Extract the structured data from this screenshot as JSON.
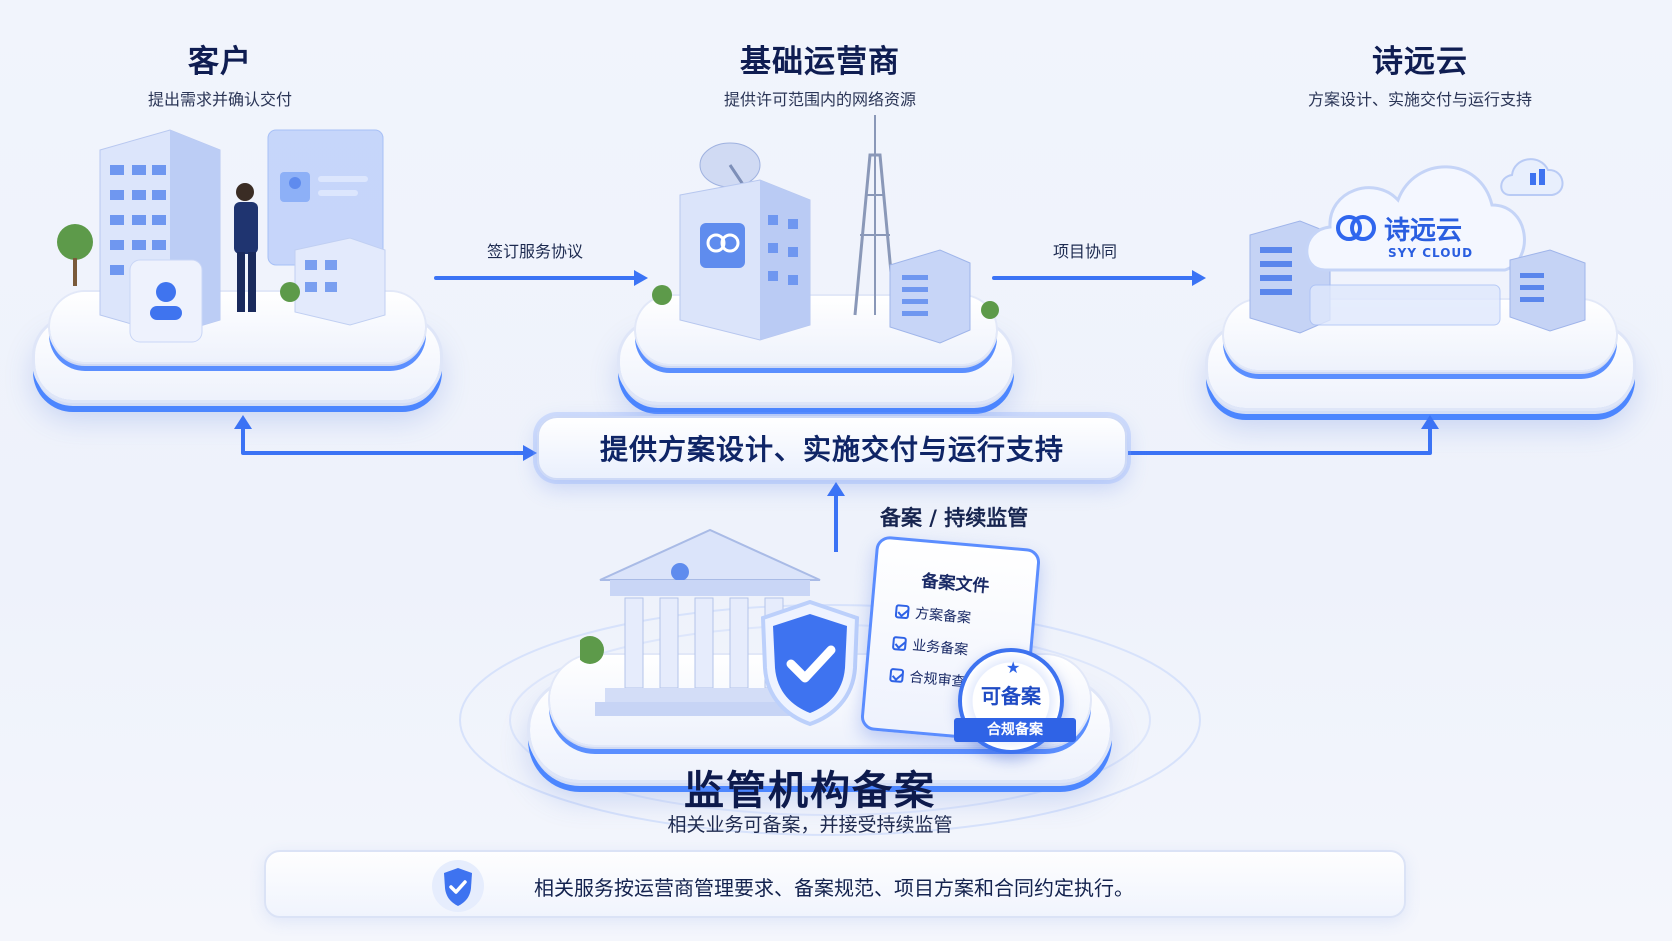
{
  "nodes": {
    "customer": {
      "title": "客户",
      "subtitle": "提出需求并确认交付"
    },
    "operator": {
      "title": "基础运营商",
      "subtitle": "提供许可范围内的网络资源"
    },
    "shiyuan": {
      "title": "诗远云",
      "subtitle": "方案设计、实施交付与运行支持",
      "logo_cn": "诗远云",
      "logo_en": "SYY CLOUD"
    }
  },
  "edges": {
    "customer_operator": "签订服务协议",
    "operator_shiyuan": "项目协同",
    "regulator_hub": "备案 / 持续监管"
  },
  "hub": {
    "label": "提供方案设计、实施交付与运行支持"
  },
  "regulator": {
    "title": "监管机构备案",
    "subtitle": "相关业务可备案，并接受持续监管",
    "doc_title": "备案文件",
    "doc_items": [
      "方案备案",
      "业务备案",
      "合规审查"
    ],
    "seal_main": "可备案",
    "seal_ribbon": "合规备案"
  },
  "footer": {
    "text": "相关服务按运营商管理要求、备案规范、项目方案和合同约定执行。"
  },
  "colors": {
    "accent": "#3b73f5",
    "title": "#0f1d52",
    "background": "#f1f4fc"
  }
}
